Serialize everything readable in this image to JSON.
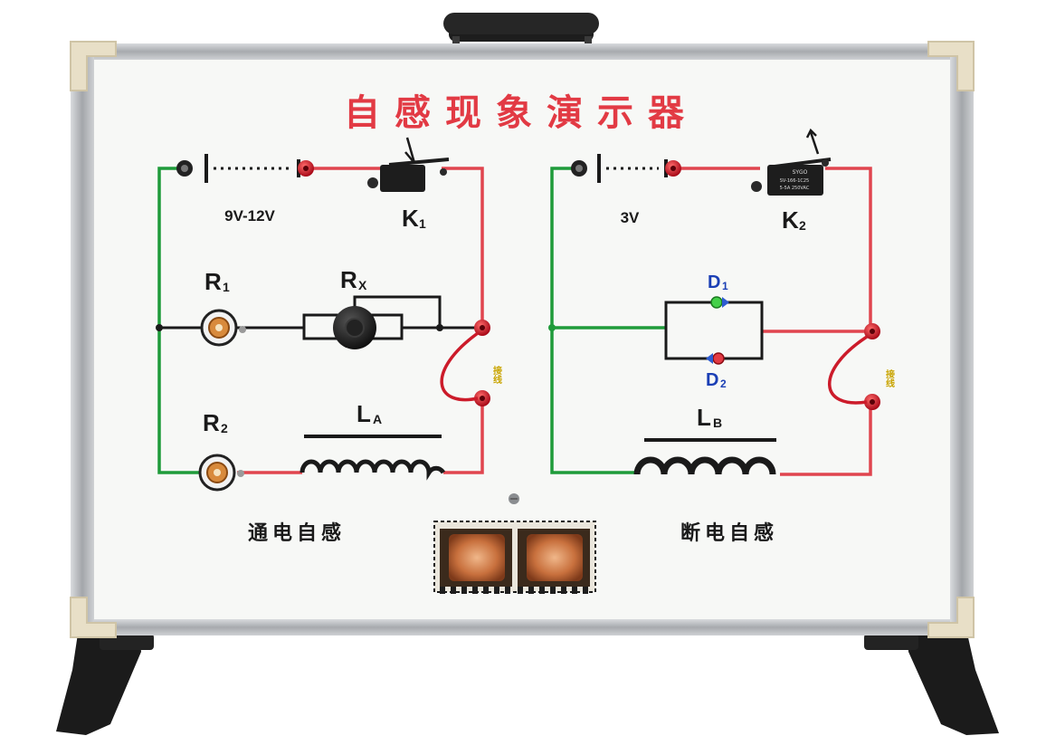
{
  "board": {
    "title": "自感现象演示器",
    "colors": {
      "wire_red": "#e0454f",
      "wire_green": "#1f9b3a",
      "wire_black": "#1a1a1a",
      "title_red": "#e23a44",
      "label_blue": "#1b3fb5",
      "frame": "#b9bcc0",
      "board": "#f7f8f6",
      "corner": "#e8dfc7"
    }
  },
  "left_circuit": {
    "voltage": "9V-12V",
    "switch": {
      "main": "K",
      "sub": "1"
    },
    "resistor1": {
      "main": "R",
      "sub": "1"
    },
    "rheostat": {
      "main": "R",
      "sub": "X"
    },
    "resistor2": {
      "main": "R",
      "sub": "2"
    },
    "inductor": {
      "main": "L",
      "sub": "A"
    },
    "caption": "通电自感",
    "side_tag": "接线"
  },
  "right_circuit": {
    "voltage": "3V",
    "switch": {
      "main": "K",
      "sub": "2"
    },
    "diode1": {
      "main": "D",
      "sub": "1"
    },
    "diode2": {
      "main": "D",
      "sub": "2"
    },
    "inductor": {
      "main": "L",
      "sub": "B"
    },
    "caption": "断电自感",
    "side_tag": "接线",
    "switch_markings": [
      "SYGO",
      "SV-166-1C25",
      "5-5A 250VAC"
    ]
  }
}
